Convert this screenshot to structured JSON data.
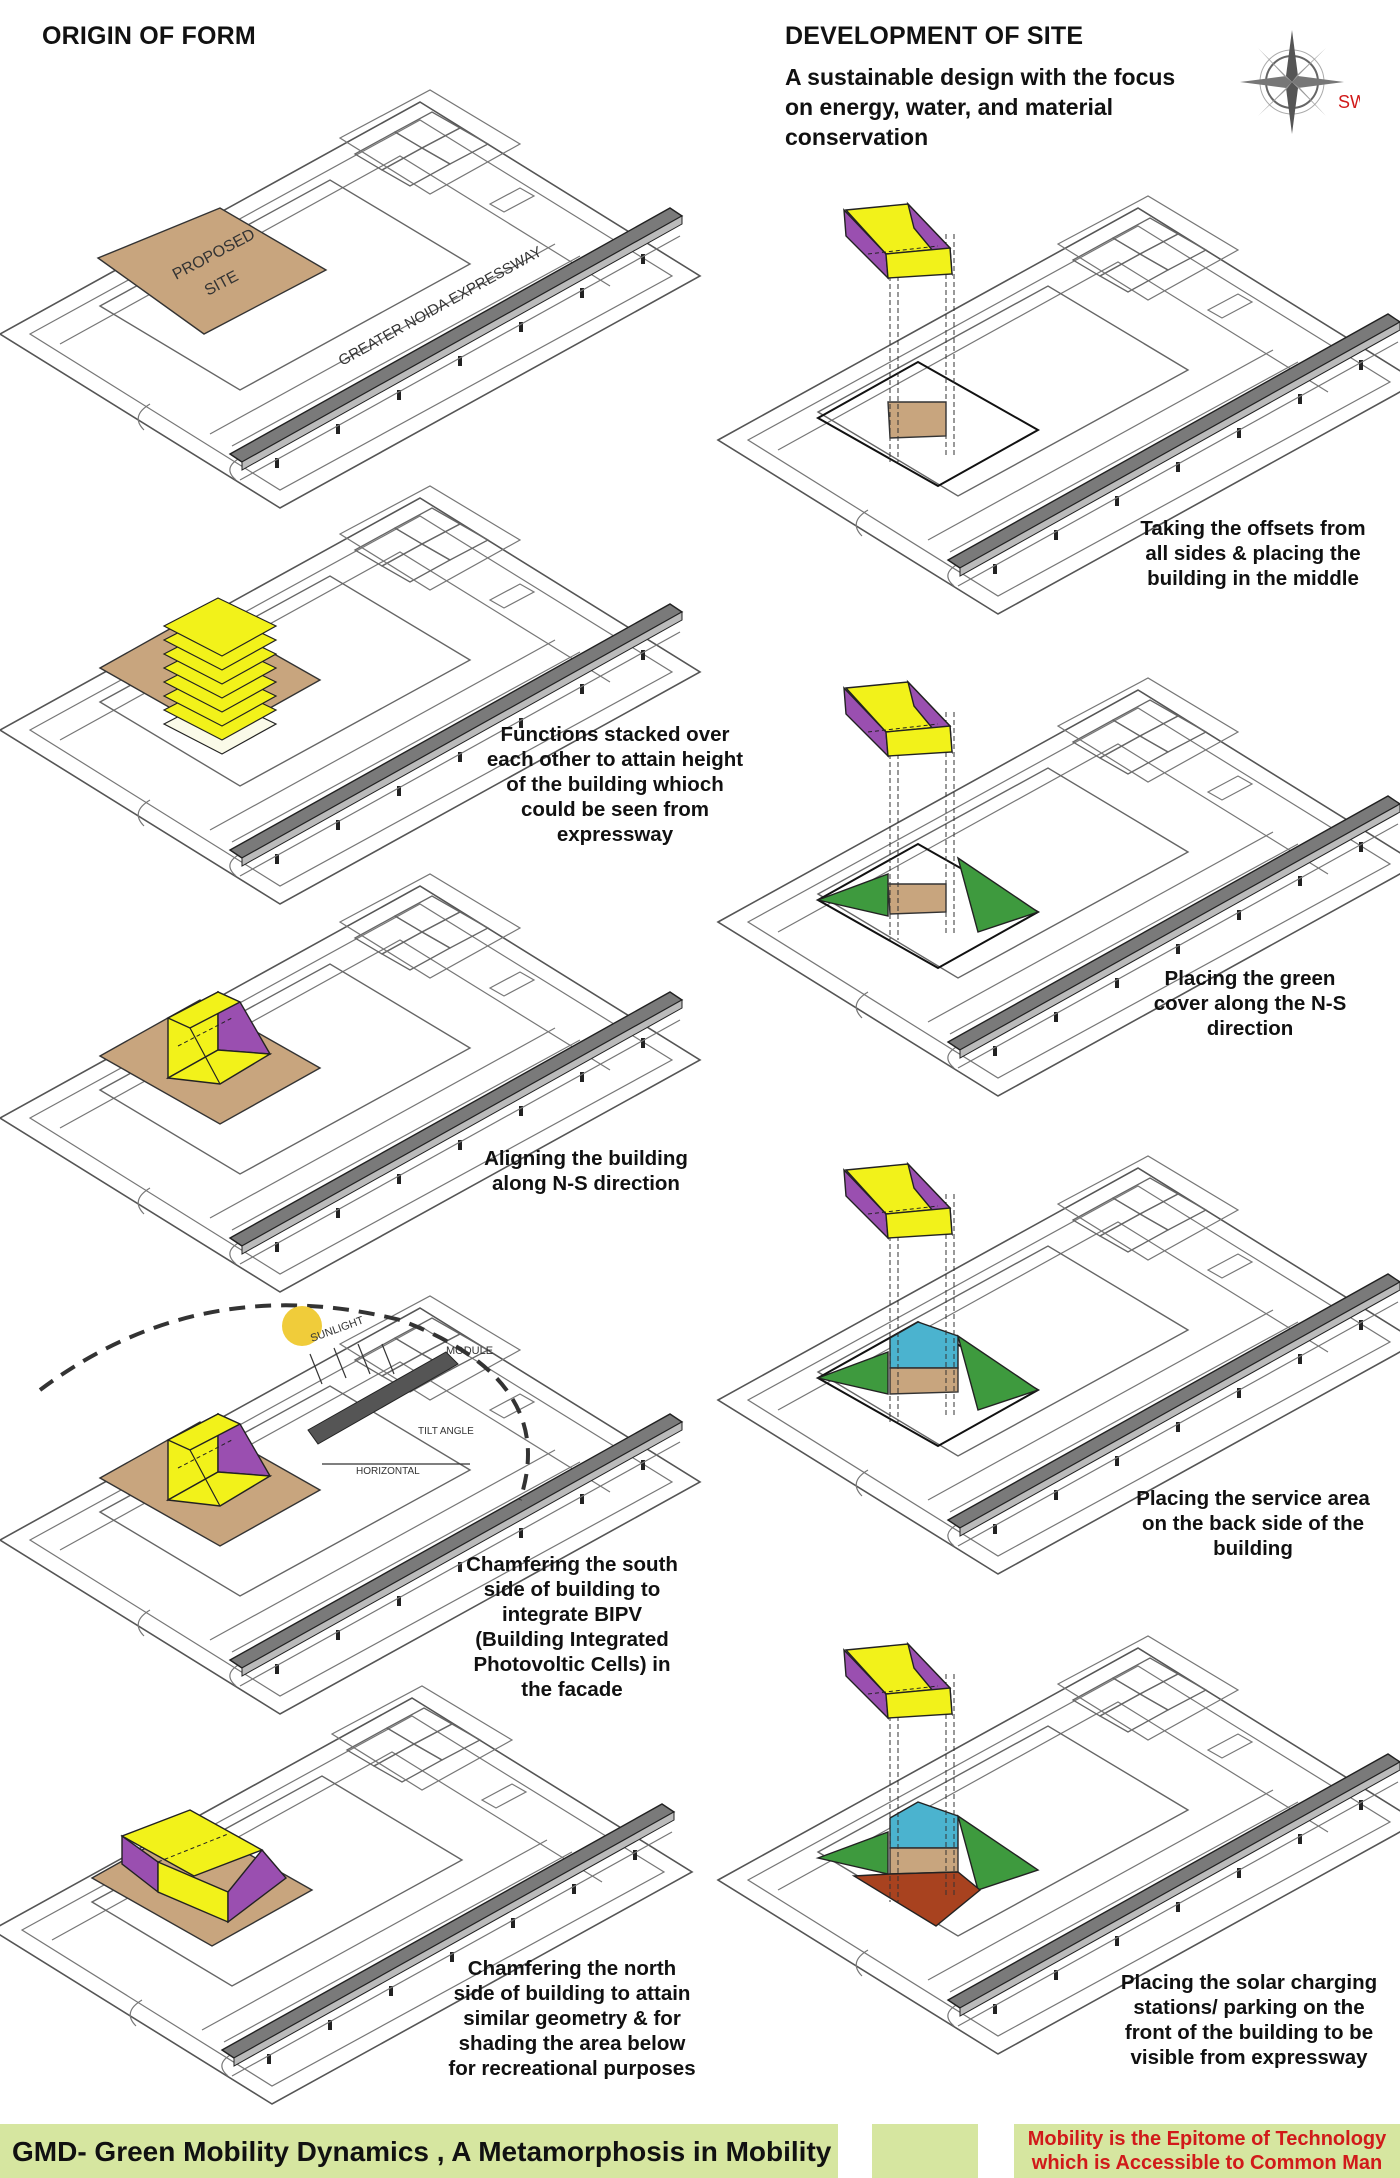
{
  "headers": {
    "left": "ORIGIN OF FORM",
    "right": "DEVELOPMENT OF SITE",
    "intro_lines": [
      "A sustainable design with the focus",
      "on energy, water, and material",
      "conservation"
    ]
  },
  "compass": {
    "direction_label": "SW"
  },
  "site_labels": {
    "proposed_line1": "PROPOSED",
    "proposed_line2": "SITE",
    "expressway": "GREATER NOIDA EXPRESSWAY"
  },
  "sun_labels": {
    "sunlight": "SUNLIGHT",
    "module": "MODULE",
    "tilt": "TILT ANGLE",
    "horizontal": "HORIZONTAL"
  },
  "left_captions": [
    [
      "Functions stacked over",
      "each other to attain height",
      "of the building whioch",
      "could be seen from",
      "expressway"
    ],
    [
      "Aligning the building",
      "along  N-S direction"
    ],
    [
      "Chamfering the south",
      "side of building to",
      "integrate BIPV",
      "(Building Integrated",
      "Photovoltic Cells) in",
      "the facade"
    ],
    [
      "Chamfering the north",
      "side of building to attain",
      "similar geometry & for",
      "shading the area below",
      "for recreational purposes"
    ]
  ],
  "right_captions": [
    [
      "Taking the offsets from",
      "all sides & placing the",
      "building in the middle"
    ],
    [
      "Placing the green",
      "cover along the N-S",
      "direction"
    ],
    [
      "Placing the service area",
      "on the back side of the",
      "building"
    ],
    [
      "Placing the solar charging",
      "stations/ parking on the",
      "front of the building to be",
      "visible from expressway"
    ]
  ],
  "footer": {
    "title": "GMD- Green Mobility Dynamics , A Metamorphosis in Mobility",
    "tagline_line1": "Mobility is the Epitome of Technology",
    "tagline_line2": "which is Accessible to Common Man"
  },
  "colors": {
    "site": "#c8a57e",
    "building_top": "#f2f21a",
    "building_chamfer": "#9a4fb0",
    "green": "#3e9a3e",
    "service": "#4bb3cf",
    "solar": "#a8421f",
    "footer_bg": "#d6e6a0",
    "tagline": "#d11a1a",
    "sun": "#f0cc3a"
  }
}
